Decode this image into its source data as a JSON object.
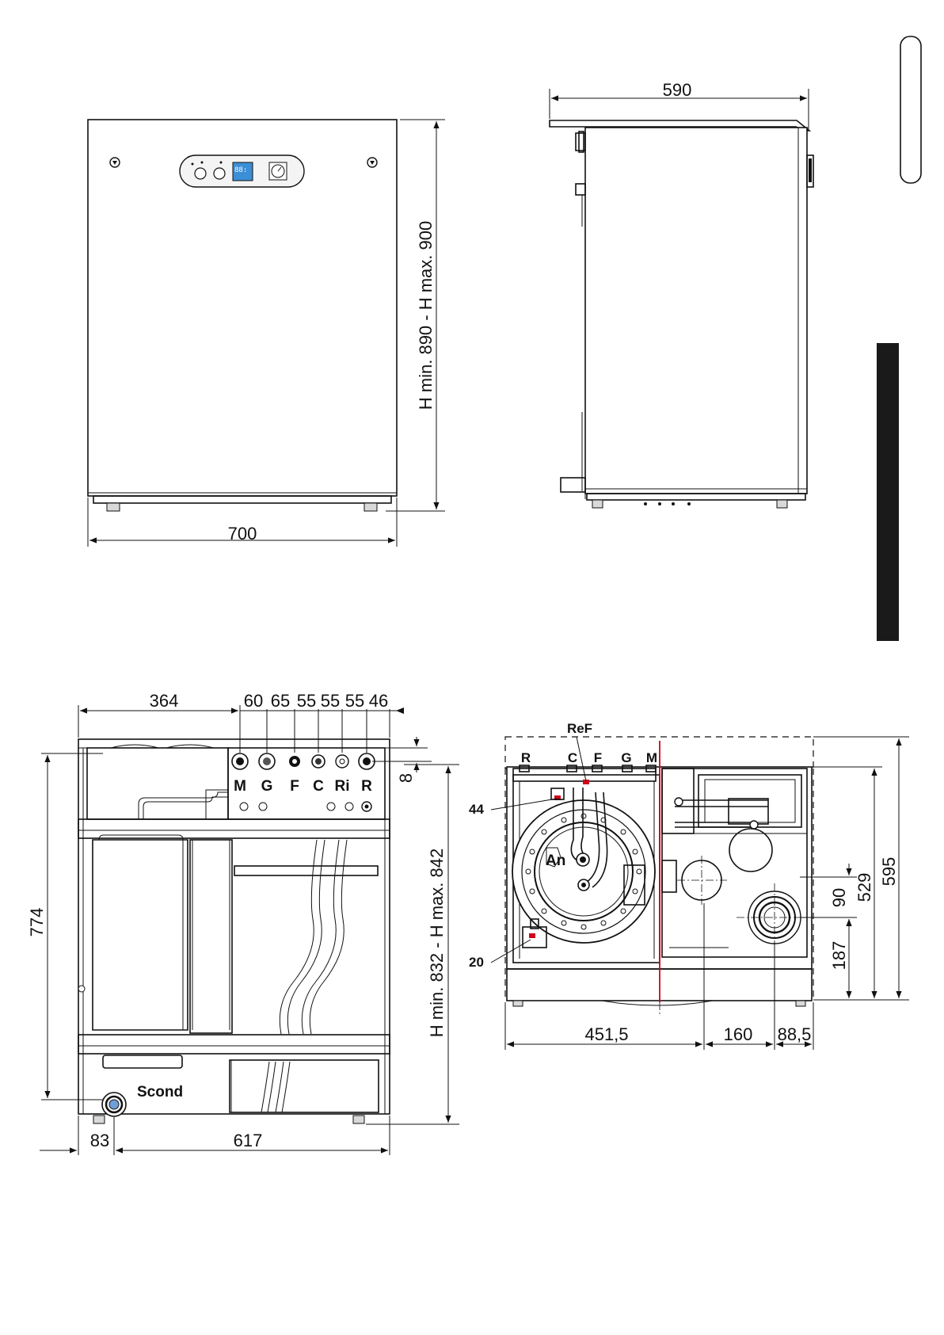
{
  "front_view": {
    "width_dim": "700",
    "height_dim": "H min. 890 - H max. 900",
    "panel_display": "88:"
  },
  "side_view": {
    "depth_dim": "590"
  },
  "rear_view": {
    "top_dims": [
      "364",
      "60",
      "65",
      "55",
      "55",
      "55",
      "46"
    ],
    "small_dim": "8",
    "left_height_dim": "774",
    "height_dim": "H min. 832 - H max. 842",
    "bottom_dims": [
      "83",
      "617"
    ],
    "connections": [
      "M",
      "G",
      "F",
      "C",
      "Ri",
      "R"
    ],
    "condensate_label": "Scond"
  },
  "top_view": {
    "connections": [
      "R",
      "C",
      "F",
      "G",
      "M"
    ],
    "label_ref": "ReF",
    "label_44": "44",
    "label_20": "20",
    "label_an": "An",
    "bottom_dims": [
      "451,5",
      "160",
      "88,5"
    ],
    "right_dims": [
      "90",
      "187",
      "529",
      "595"
    ]
  },
  "tabs": {
    "side_tab_colors": {
      "outline": "#111111",
      "filled": "#1a1a1a"
    }
  }
}
